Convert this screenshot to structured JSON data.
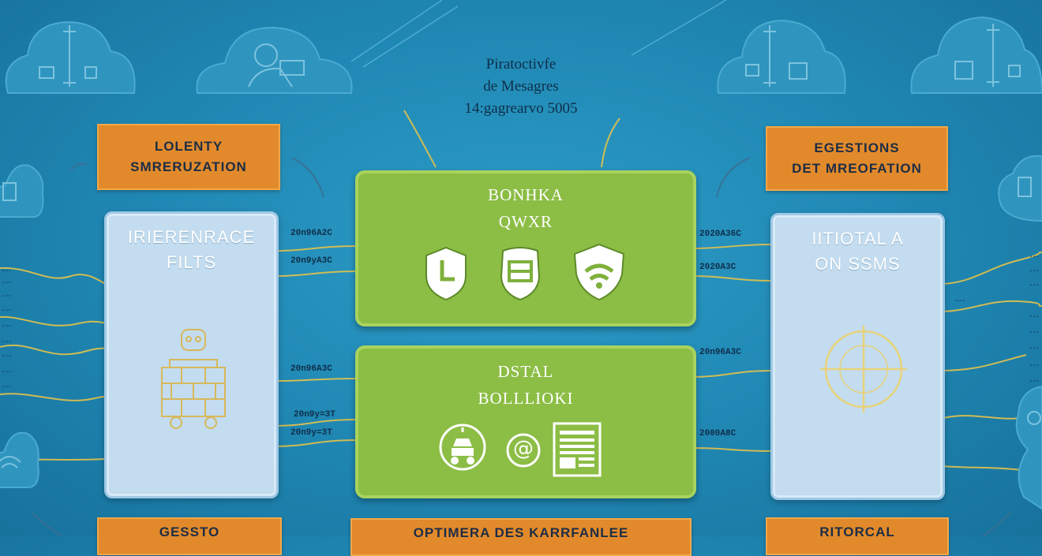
{
  "title": {
    "line1": "Piratoctivfe",
    "line2": "de Mesagres",
    "line3": "14:gagrearvo 5005"
  },
  "labels": {
    "top_left": [
      "LOLENTY",
      "SMRERUZATION"
    ],
    "top_right": [
      "EGESTIONS",
      "DET MREOFATION"
    ],
    "bottom_left": "GESSTO",
    "bottom_center": "OPTIMERA DES KARRFANLEE",
    "bottom_right": "RITORCAL"
  },
  "panels": {
    "left_title": [
      "IRIERENRACE",
      "FILTS"
    ],
    "right_title": [
      "IITIOTAL A",
      "ON SSMS"
    ]
  },
  "green_boxes": {
    "top_title": [
      "BONHKA",
      "QWXR"
    ],
    "bottom_title": [
      "DSTAL",
      "BOLLLIOKI"
    ]
  },
  "connector_labels": {
    "left": [
      "20n96A2C",
      "20n9yA3C",
      "20n96A3C",
      "20n9y=3T",
      "20n9y=3T"
    ],
    "right": [
      "2020A36C",
      "2020A3C",
      "20n96A3C",
      "2000A8C"
    ]
  },
  "edge_ticks": {
    "left": [
      "---",
      "---",
      "---",
      "---",
      "---",
      "---",
      "---",
      "---",
      "---"
    ],
    "right": [
      "---",
      "---",
      "---",
      "---",
      "---",
      "---",
      "---",
      "---",
      "---"
    ]
  },
  "icons": {
    "top_row": [
      "clock-shield-icon",
      "document-badge-icon",
      "wifi-shield-icon"
    ],
    "bottom_row": [
      "robot-icon",
      "at-sign-icon",
      "document-list-icon"
    ],
    "at_glyph": "@"
  },
  "colors": {
    "background": "#1f86b2",
    "green_box": "#8cbd45",
    "orange_label": "#e28a2b",
    "panel": "#c3dcef",
    "connector": "#e3c24a"
  }
}
